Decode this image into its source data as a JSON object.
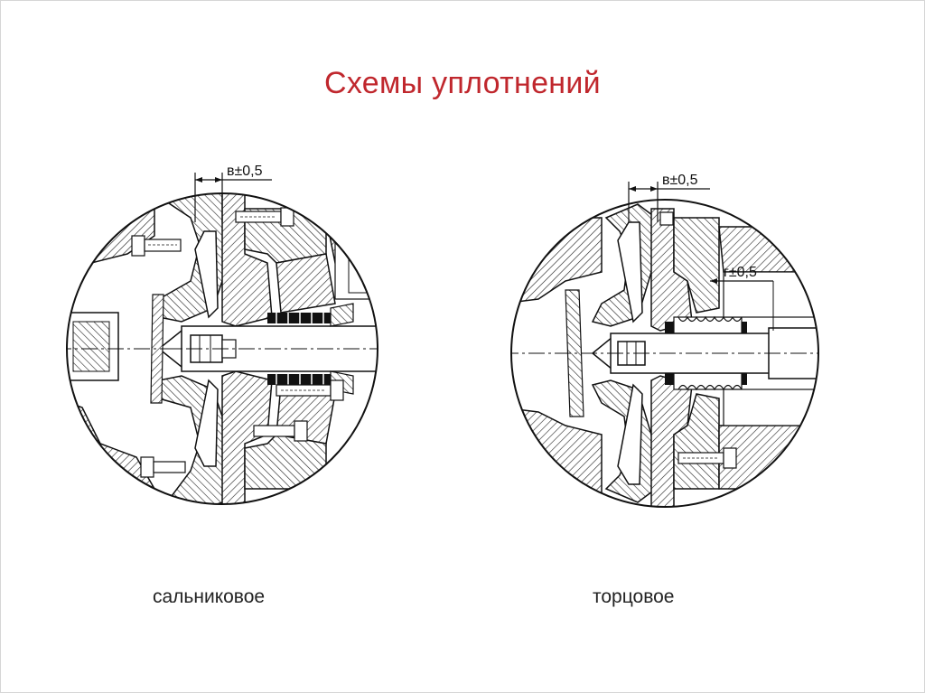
{
  "slide": {
    "title": "Схемы уплотнений"
  },
  "diagrams": [
    {
      "dimension_label": "в±0,5",
      "caption": "сальниковое"
    },
    {
      "dimension_label": "в±0,5",
      "secondary_dimension_label": "г±0,5",
      "caption": "торцовое"
    }
  ],
  "colors": {
    "title": "#c0272d",
    "line": "#1a1a1a"
  }
}
